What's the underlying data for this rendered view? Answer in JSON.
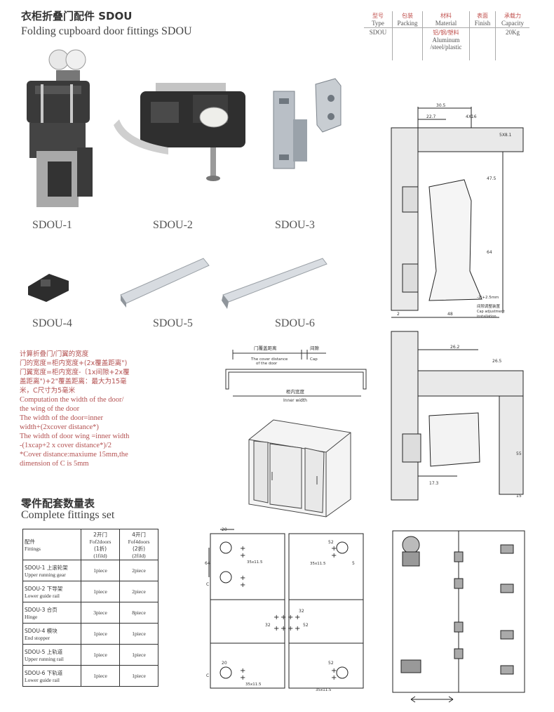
{
  "title_cn": "衣柜折叠门配件 SDOU",
  "title_en": "Folding cupboard door fittings SDOU",
  "spec_table": {
    "headers": [
      {
        "cn": "型号",
        "en": "Type"
      },
      {
        "cn": "包装",
        "en": "Packing"
      },
      {
        "cn": "材料",
        "en": "Material"
      },
      {
        "cn": "表面",
        "en": "Finish"
      },
      {
        "cn": "承载力",
        "en": "Capacity"
      }
    ],
    "row": {
      "type": "SDOU",
      "packing": "",
      "material_cn": "铝/钢/塑料",
      "material_en_1": "Aluminum",
      "material_en_2": "/steel/plastic",
      "finish": "",
      "capacity": "20Kg"
    }
  },
  "products": [
    "SDOU-1",
    "SDOU-2",
    "SDOU-3",
    "SDOU-4",
    "SDOU-5",
    "SDOU-6"
  ],
  "calc": {
    "cn_1": "计算折叠门/门翼的宽度",
    "cn_2": "门的宽度=柜内宽度+(2x覆盖距离\")",
    "cn_3": "门翼宽度=柜内宽度-〔1x间隙+2x覆",
    "cn_4": "盖距离\")+2\"覆盖距离：最大为15毫",
    "cn_5": "米，C尺寸为5毫米",
    "en_1": "Computation the width of the door/",
    "en_2": "the wing of the door",
    "en_3": "The width of the door=inner",
    "en_4": "width+(2xcover distance*)",
    "en_5": "The width of door wing =inner width",
    "en_6": "-(1xcap+2 x cover distance*)/2",
    "en_7": "*Cover distance:maxiume 15mm,the",
    "en_8": "dimension of C is 5mm"
  },
  "width_diagram": {
    "cover_cn": "门覆盖距离",
    "cover_en_1": "The cover distance",
    "cover_en_2": "of the door",
    "cap_cn": "间隙",
    "cap_en": "Cap",
    "inner_cn": "柜内宽度",
    "inner_en": "Inner width"
  },
  "section_top": {
    "d1": "30.5",
    "d2": "22.7",
    "d3": "4X16",
    "d4": "5X8.1",
    "d5": "47.5",
    "d6": "64",
    "d7": "-2/+2.5mm",
    "d8": "2",
    "d9": "48",
    "cap_cn": "间隙调整装置",
    "cap_en_1": "Cap adjustment",
    "cap_en_2": "installation"
  },
  "section_bottom": {
    "d1": "26.2",
    "d2": "26.5",
    "d3": "55",
    "d4": "15",
    "d5": "17.3"
  },
  "drill": {
    "d1": "20",
    "d2": "64",
    "d3": "35x11.5",
    "d4": "C",
    "d5": "35x11.5",
    "d6": "52",
    "d7": "5",
    "d8": "32",
    "d9": "32",
    "d10": "52",
    "d11": "20",
    "d12": "35x11.5",
    "d13": "C",
    "d14": "52",
    "d15": "35x11.5"
  },
  "fittings_title_cn": "零件配套数量表",
  "fittings_title_en": "Complete fittings set",
  "fittings": {
    "head_cn": "配件",
    "head_en": "Fittings",
    "col2": {
      "cn": "2开门",
      "en": "Fof2doors",
      "sub_cn": "(1折)",
      "sub_en": "(1fild)"
    },
    "col4": {
      "cn": "4开门",
      "en": "Fof4doors",
      "sub_cn": "(2折)",
      "sub_en": "(2fild)"
    },
    "rows": [
      {
        "cn": "SDOU-1 上滚轮架",
        "en": "Upper running gear",
        "two": "1piece",
        "four": "2piece"
      },
      {
        "cn": "SDOU-2 下导架",
        "en": "Lower guide rail",
        "two": "1piece",
        "four": "2piece"
      },
      {
        "cn": "SDOU-3 合页",
        "en": "Hinge",
        "two": "3piece",
        "four": "8piece"
      },
      {
        "cn": "SDOU-4 模块",
        "en": "End stopper",
        "two": "1piece",
        "four": "1piece"
      },
      {
        "cn": "SDOU-5 上轨道",
        "en": "Upper running rail",
        "two": "1piece",
        "four": "1piece"
      },
      {
        "cn": "SDOU-6 下轨道",
        "en": "Lower guide rail",
        "two": "1piece",
        "four": "1piece"
      }
    ]
  }
}
